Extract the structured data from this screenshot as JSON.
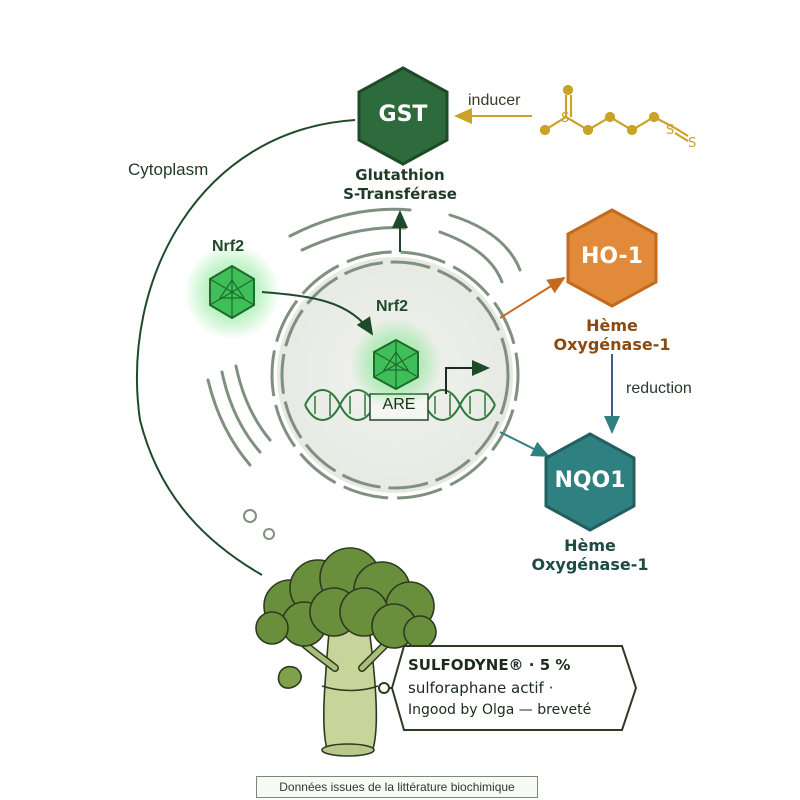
{
  "labels": {
    "cytoplasm": "Cytoplasm",
    "inducer": "inducer",
    "reduction": "reduction",
    "nrf2_cytoplasm": "Nrf2",
    "nrf2_nucleus": "Nrf2",
    "are": "ARE"
  },
  "enzymes": {
    "gst": {
      "abbr": "GST",
      "name_line1": "Glutathion",
      "name_line2": "S-Transférase",
      "color": "#2e6b3c"
    },
    "ho1": {
      "abbr": "HO-1",
      "name_line1": "Hème",
      "name_line2": "Oxygénase-1",
      "color": "#e08a3a"
    },
    "nqo1": {
      "abbr": "NQO1",
      "name_line1": "Hème",
      "name_line2": "Oxygénase-1",
      "color": "#2f8080"
    }
  },
  "sulfodyne": {
    "line1": "SULFODYNE® · 5 %",
    "line2": "sulforaphane actif ·",
    "line3": "Ingood by Olga — breveté"
  },
  "footer": {
    "caption": "Données issues de la littérature biochimique"
  },
  "colors": {
    "dark_green": "#1f4a2a",
    "nrf2_green": "#3fbf5a",
    "gold": "#c9a227",
    "teal": "#2f8080",
    "orange": "#e08a3a",
    "broccoli": "#6a8f3c"
  }
}
